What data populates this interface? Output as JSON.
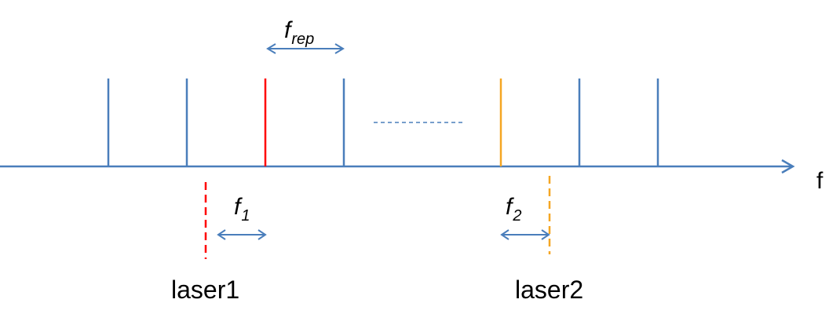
{
  "colors": {
    "comb": "#4a7ebb",
    "laser1": "#ff0000",
    "laser2": "#f5a623",
    "text": "#000000",
    "background": "#ffffff"
  },
  "axis": {
    "label": "f",
    "arrow": "arrow-right-icon"
  },
  "comb": {
    "ellipsis": "......",
    "lines": [
      {
        "color_key": "comb"
      },
      {
        "color_key": "comb"
      },
      {
        "color_key": "laser1"
      },
      {
        "color_key": "comb"
      },
      {
        "color_key": "laser2"
      },
      {
        "color_key": "comb"
      },
      {
        "color_key": "comb"
      }
    ]
  },
  "spacing": {
    "symbol": "f",
    "subscript": "rep"
  },
  "offsets": [
    {
      "symbol": "f",
      "subscript": "1"
    },
    {
      "symbol": "f",
      "subscript": "2"
    }
  ],
  "lasers": [
    {
      "label": "laser1",
      "color_key": "laser1"
    },
    {
      "label": "laser2",
      "color_key": "laser2"
    }
  ]
}
